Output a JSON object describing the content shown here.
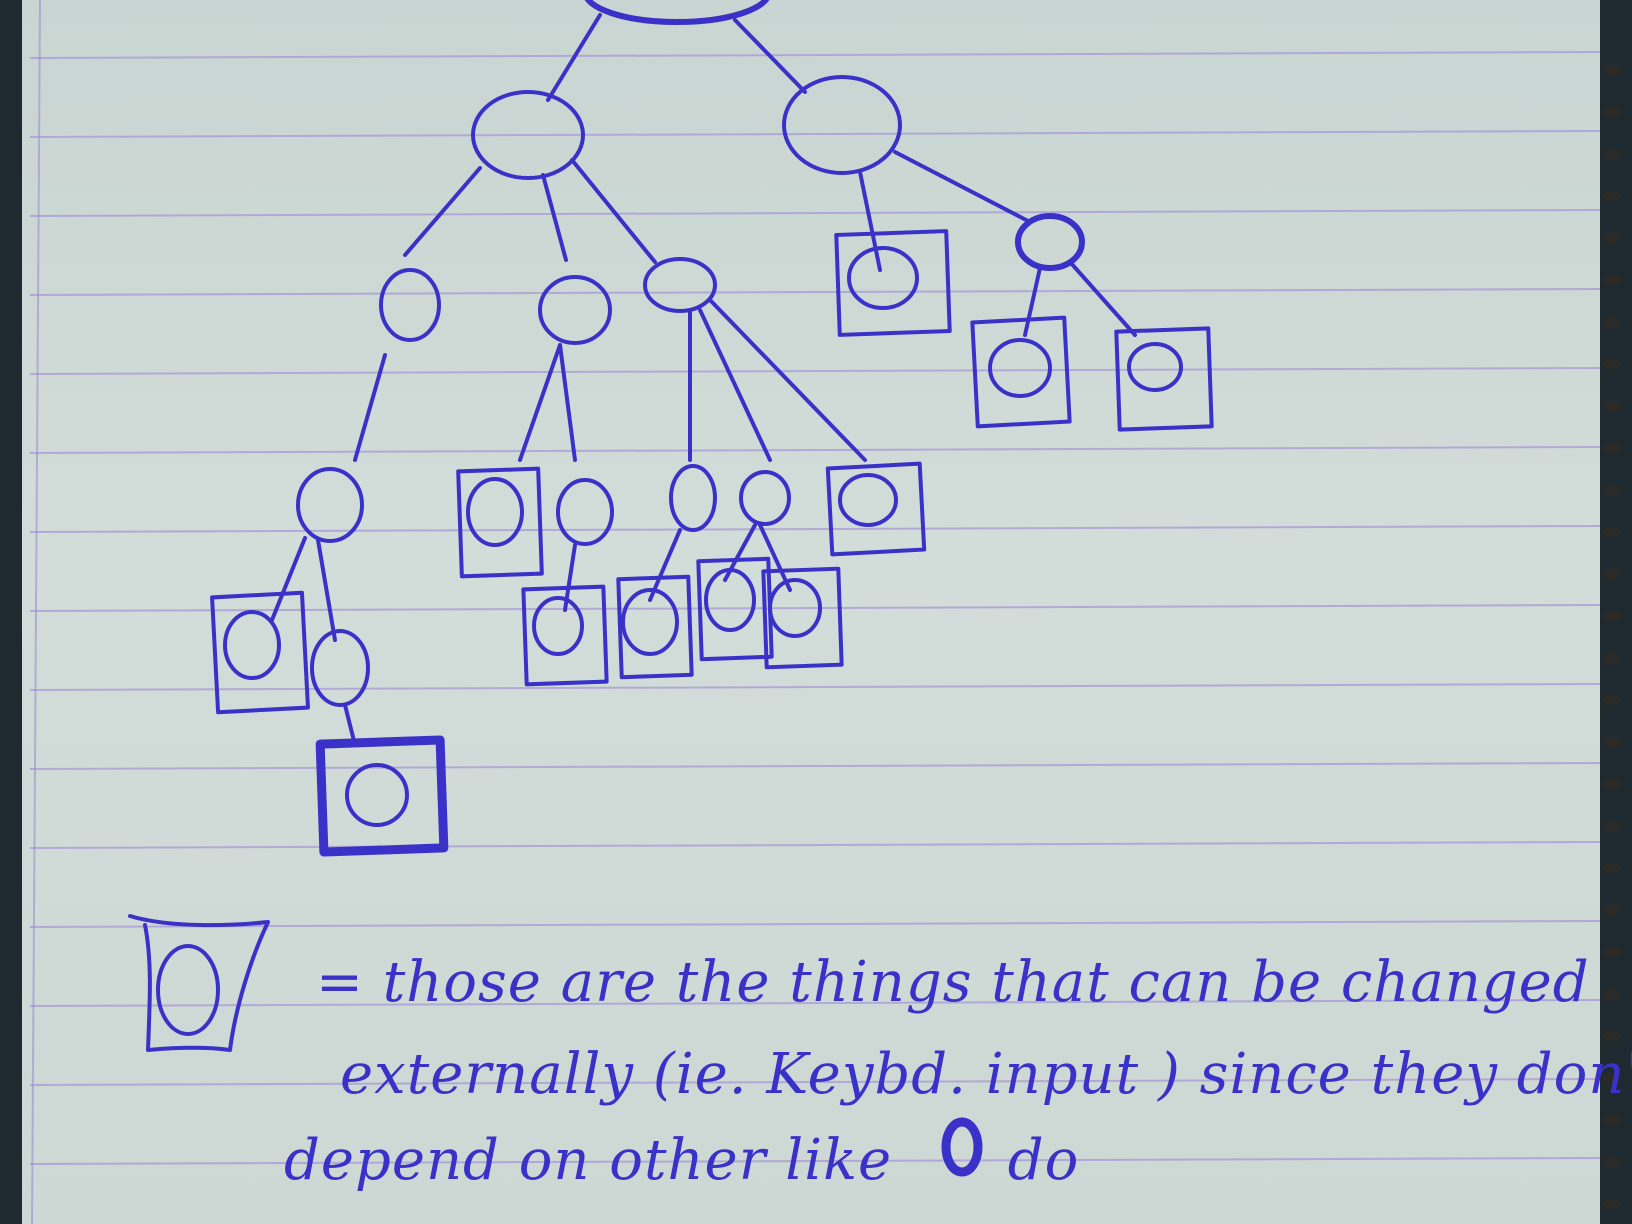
{
  "legend": {
    "line1": "= those are the things that can be changed",
    "line2": "externally (ie. Keybd. input ) since they don't",
    "line3a": "depend on other like",
    "line3b": "do"
  },
  "colors": {
    "ink": "#3a32c8",
    "ink_dark": "#2a22b0",
    "paper": "#cfd9d5",
    "rule_line": "#a79ad6",
    "margin_line": "#9b8fd0"
  }
}
